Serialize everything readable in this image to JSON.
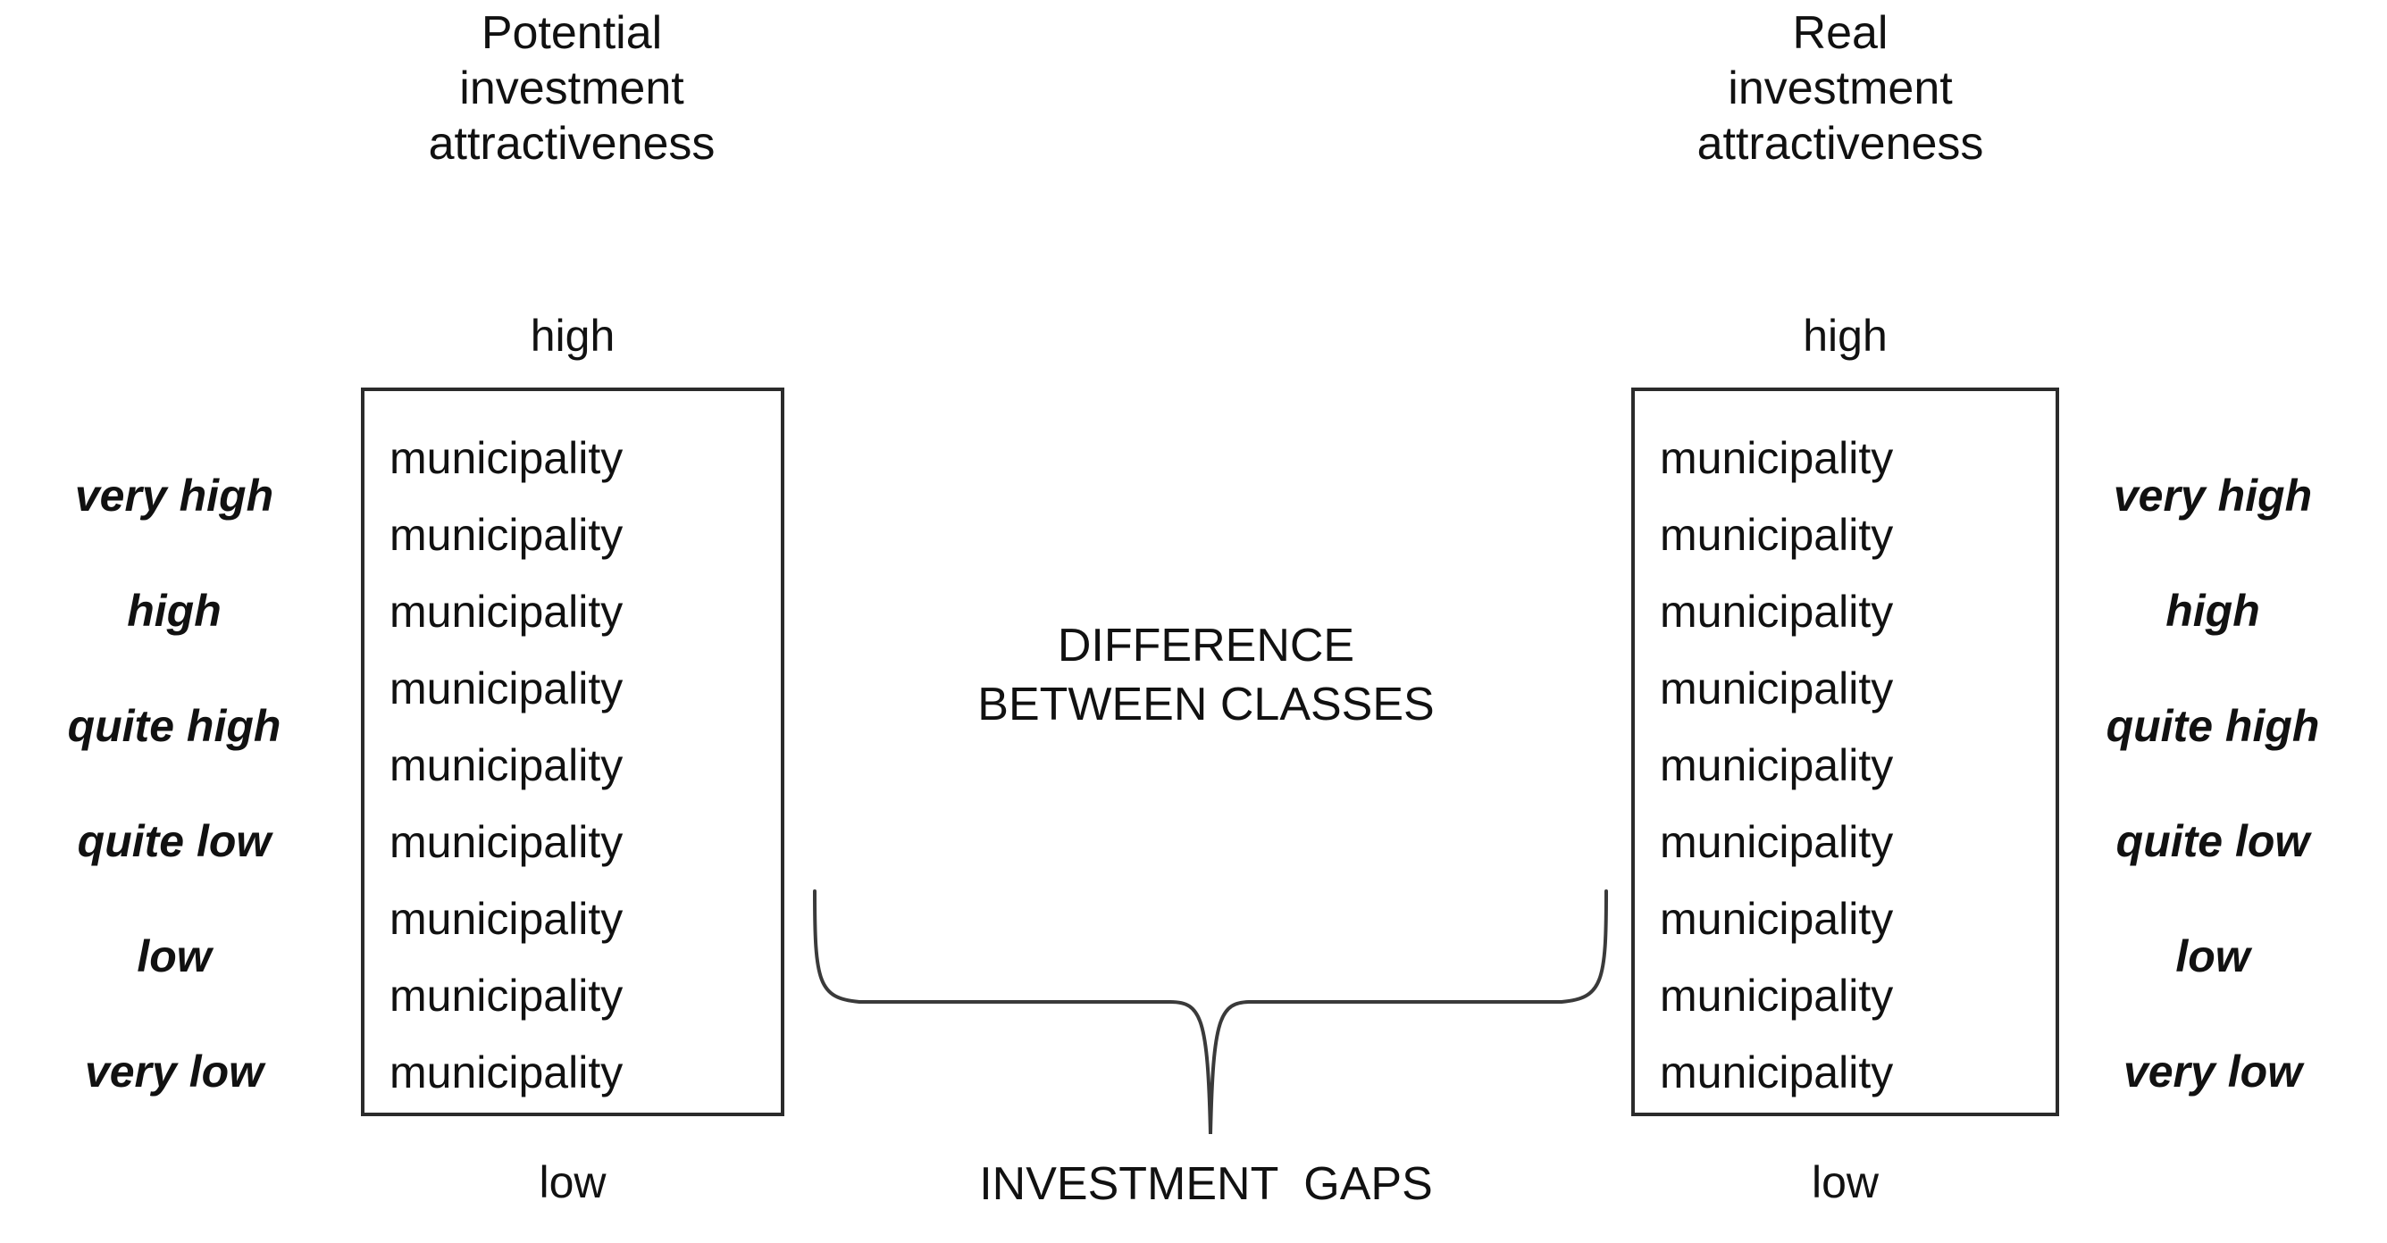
{
  "headings": {
    "left": {
      "lines": [
        "Potential",
        "investment",
        "attractiveness"
      ]
    },
    "right": {
      "lines": [
        "Real",
        "investment",
        "attractiveness"
      ]
    }
  },
  "scale": {
    "high_label": "high",
    "low_label": "low"
  },
  "boxes": {
    "left": {
      "top_caption": "high",
      "bottom_caption": "low",
      "items": [
        "municipality",
        "municipality",
        "municipality",
        "municipality",
        "municipality",
        "municipality",
        "municipality",
        "municipality",
        "municipality"
      ]
    },
    "right": {
      "top_caption": "high",
      "bottom_caption": "low",
      "items": [
        "municipality",
        "municipality",
        "municipality",
        "municipality",
        "municipality",
        "municipality",
        "municipality",
        "municipality",
        "municipality"
      ]
    }
  },
  "class_labels": {
    "left": [
      "very high",
      "high",
      "quite high",
      "quite low",
      "low",
      "very low"
    ],
    "right": [
      "very high",
      "high",
      "quite high",
      "quite low",
      "low",
      "very low"
    ]
  },
  "center": {
    "difference_lines": [
      "DIFFERENCE",
      "BETWEEN CLASSES"
    ],
    "gaps_label": "INVESTMENT  GAPS"
  },
  "colors": {
    "text": "#111111",
    "box_border": "#2b2b2b",
    "brace_stroke": "#3a3a3a",
    "background": "#ffffff"
  }
}
